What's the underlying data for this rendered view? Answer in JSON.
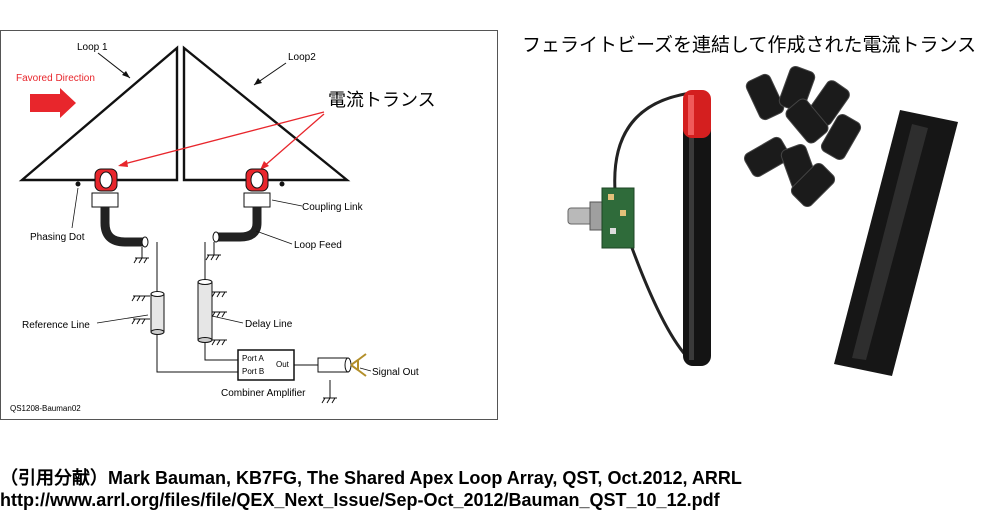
{
  "diagram": {
    "loop1": "Loop 1",
    "loop2": "Loop2",
    "favored_direction": "Favored Direction",
    "current_transformer": "電流トランス",
    "coupling_link": "Coupling Link",
    "phasing_dot": "Phasing Dot",
    "loop_feed": "Loop Feed",
    "reference_line": "Reference Line",
    "delay_line": "Delay Line",
    "port_a": "Port A",
    "port_b": "Port B",
    "out": "Out",
    "signal_out": "Signal Out",
    "combiner_amplifier": "Combiner Amplifier",
    "figure_id": "QS1208-Bauman02",
    "colors": {
      "red": "#e8262c",
      "black": "#111111"
    }
  },
  "photo": {
    "title": "フェライトビーズを連結して作成された電流トランス"
  },
  "citation": {
    "line1": "（引用分献）Mark Bauman, KB7FG, The Shared Apex Loop Array, QST, Oct.2012, ARRL",
    "line2": "http://www.arrl.org/files/file/QEX_Next_Issue/Sep-Oct_2012/Bauman_QST_10_12.pdf"
  }
}
